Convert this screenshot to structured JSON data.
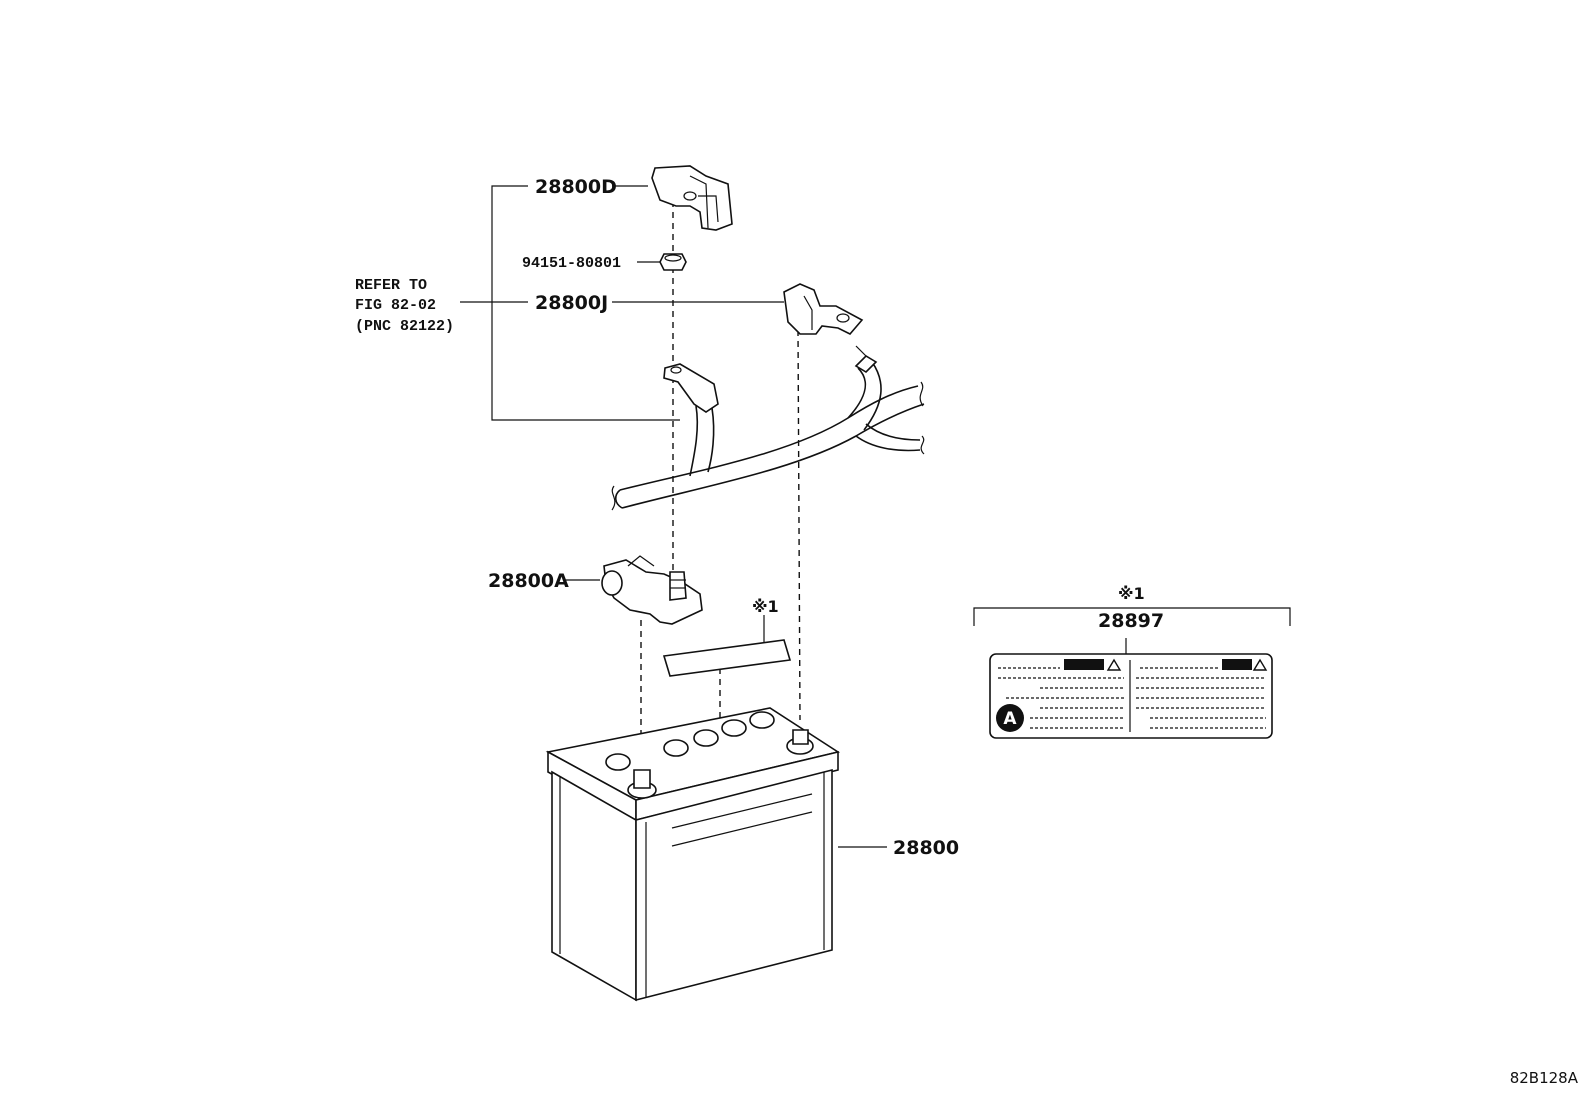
{
  "callouts": {
    "terminal_cover": "28800D",
    "nut": "94151-80801",
    "clamp_negative": "28800J",
    "clamp_positive": "28800A",
    "battery": "28800",
    "label_note": "※1",
    "label_part": "28897"
  },
  "reference_note": {
    "line1": "REFER TO",
    "line2": "FIG 82-02",
    "line3": "(PNC 82122)"
  },
  "label_card": {
    "badge_letter": "A"
  },
  "figure_code": "82B128A"
}
